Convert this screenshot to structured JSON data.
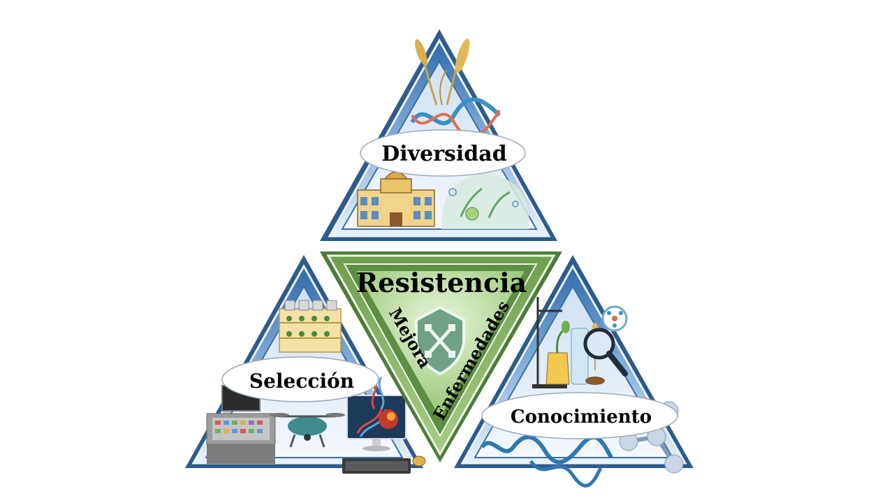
{
  "labels": {
    "top": "Diversidad",
    "left": "Selección",
    "right": "Conocimiento",
    "center_title": "Resistencia",
    "center_left": "Mejora",
    "center_right": "Enfermedades"
  },
  "colors": {
    "triangle_border": "#2E5B8C",
    "triangle_fill_light": "#E3EEF8",
    "triangle_fill_mid": "#A9C6E6",
    "center_green_dark": "#4E7C3A",
    "center_green_light": "#BFDDA5",
    "shield": "#5E8F75"
  },
  "icons": {
    "top": [
      "wheat-icon",
      "dna-icon",
      "university-building-icon",
      "lab-flask-icon"
    ],
    "left": [
      "seedling-rack-icon",
      "computer-icon",
      "drone-icon",
      "dna-monitor-icon",
      "keyboard-icon",
      "mouse-icon"
    ],
    "right": [
      "lab-stand-icon",
      "magnifier-icon",
      "molecule-icon",
      "protein-icon"
    ],
    "center": [
      "shield-icon"
    ]
  }
}
